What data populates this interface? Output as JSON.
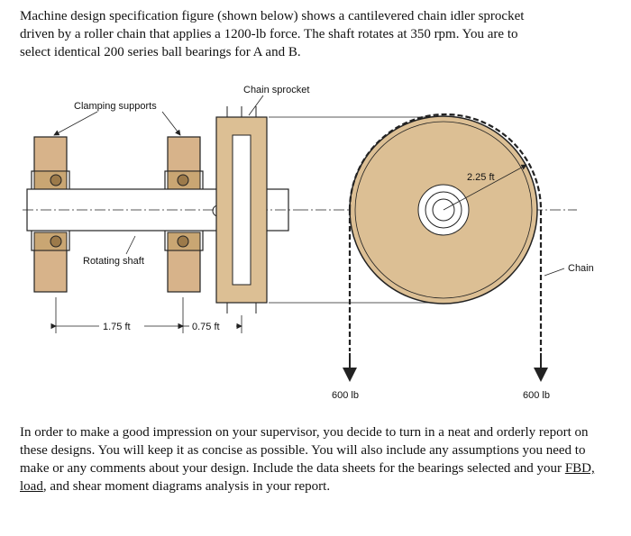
{
  "problem": {
    "intro_text": "Machine design specification figure (shown below) shows a cantilevered chain idler sprocket\ndriven by a roller chain that applies a 1200-lb force. The shaft rotates at 350 rpm. You are to\nselect identical 200 series ball bearings for A and B.",
    "outro_part1": "In order to make a good impression on your supervisor, you decide to turn in a neat and orderly report on these designs. You will keep it as concise as possible. You will also include any assumptions you need to make or any comments about your design. Include the data sheets for the bearings selected and your ",
    "outro_underlined": "FBD, load",
    "outro_part2": ", and shear moment diagrams analysis in your report."
  },
  "diagram": {
    "label_chain_sprocket": "Chain sprocket",
    "label_clamping_supports": "Clamping supports",
    "label_rotating_shaft": "Rotating shaft",
    "label_chain": "Chain",
    "dim_bearing_span": "1.75 ft",
    "dim_overhang": "0.75 ft",
    "dim_radius": "2.25 ft",
    "force_left": "600 lb",
    "force_right": "600 lb"
  },
  "colors": {
    "support_fill": "#d7b38a",
    "sprocket_fill": "#dcbf94",
    "shaft_fill": "#ffffff",
    "bearing_fill": "#c9a673",
    "line": "#222222"
  }
}
